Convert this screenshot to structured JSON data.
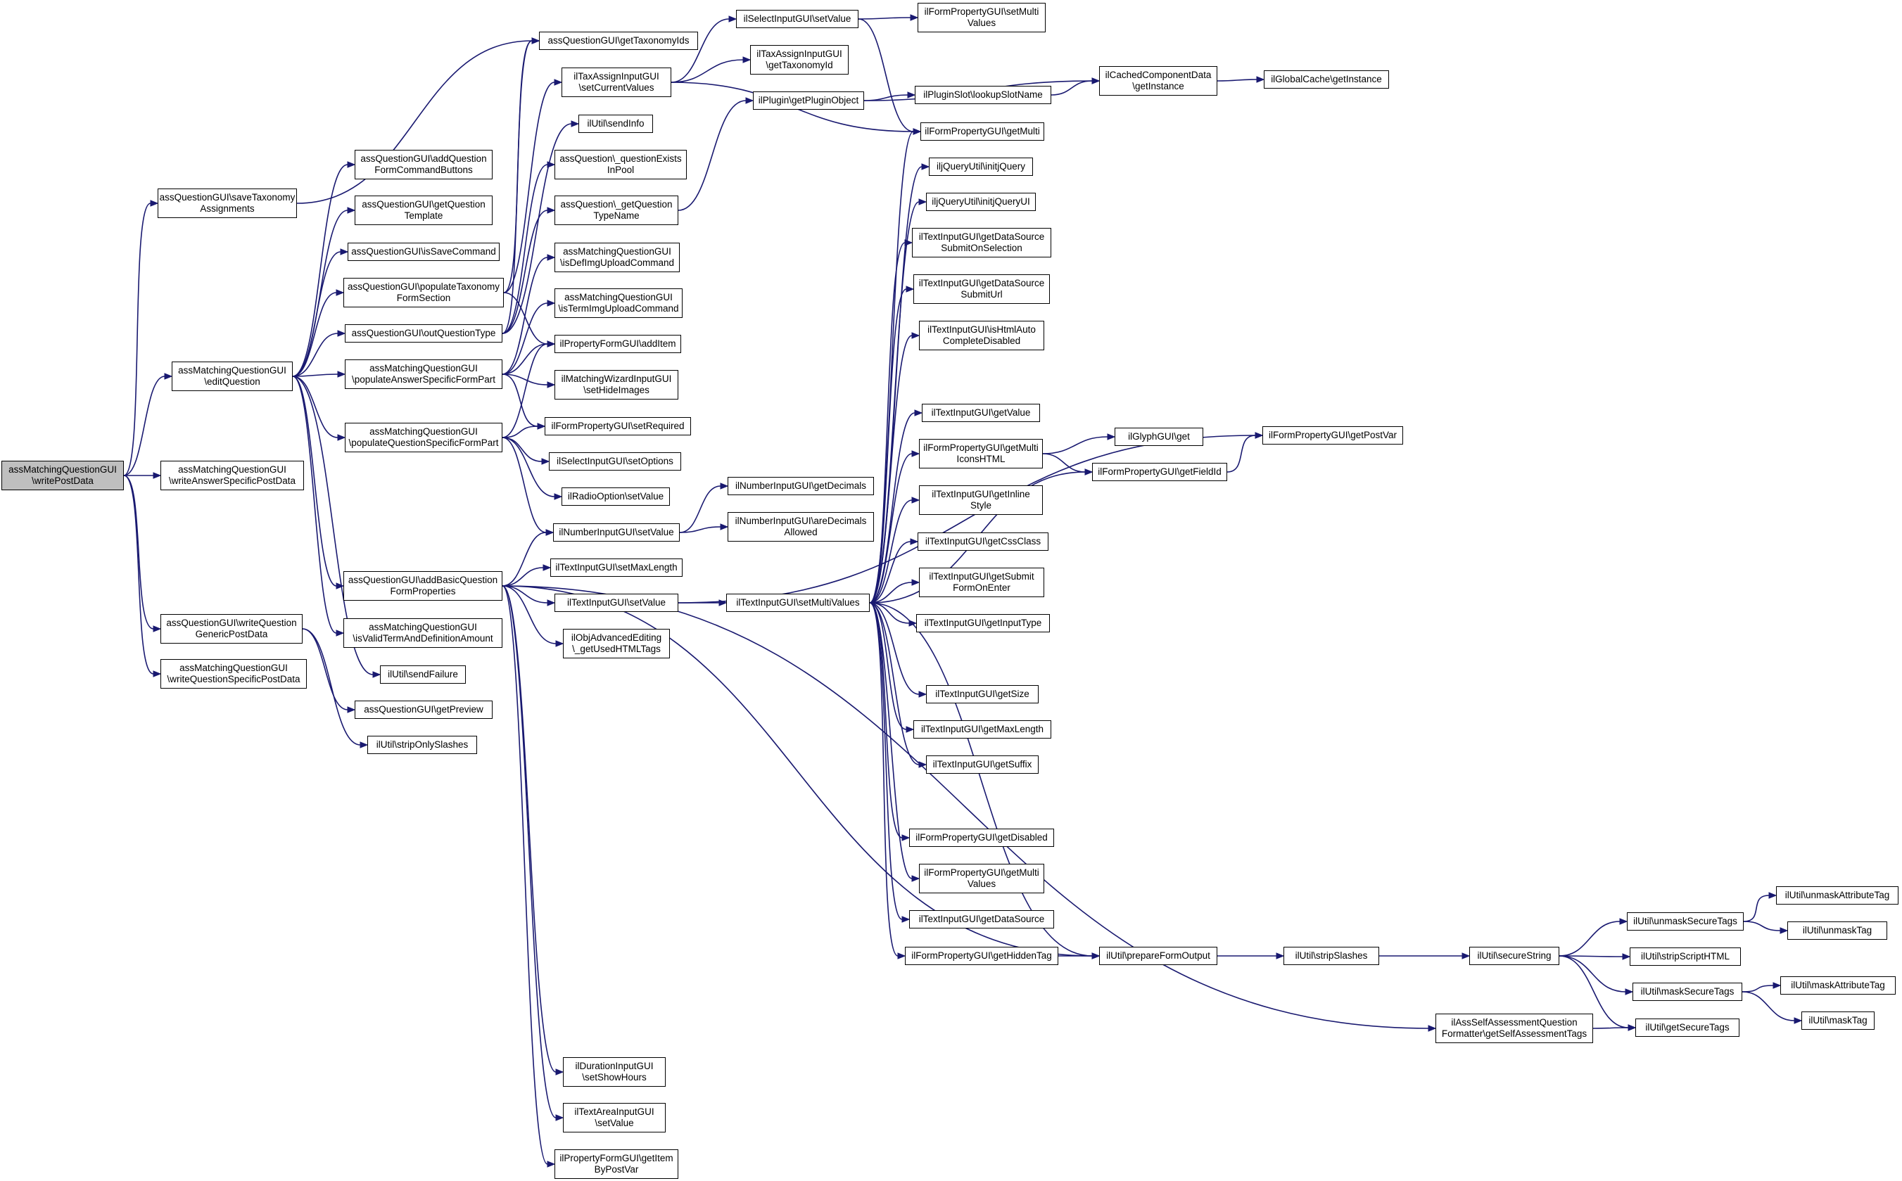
{
  "diagram": {
    "nodes": {
      "writePostData": "assMatchingQuestionGUI\n\\writePostData",
      "saveTaxonomyAssignments": "assQuestionGUI\\saveTaxonomy\nAssignments",
      "editQuestion": "assMatchingQuestionGUI\n\\editQuestion",
      "writeAnswerSpecificPostData": "assMatchingQuestionGUI\n\\writeAnswerSpecificPostData",
      "writeQuestionGenericPostData": "assQuestionGUI\\writeQuestion\nGenericPostData",
      "writeQuestionSpecificPostData": "assMatchingQuestionGUI\n\\writeQuestionSpecificPostData",
      "getTaxonomyIds": "assQuestionGUI\\getTaxonomyIds",
      "addQuestionFormCommandButtons": "assQuestionGUI\\addQuestion\nFormCommandButtons",
      "getQuestionTemplate": "assQuestionGUI\\getQuestion\nTemplate",
      "isSaveCommand": "assQuestionGUI\\isSaveCommand",
      "populateTaxonomyFormSection": "assQuestionGUI\\populateTaxonomy\nFormSection",
      "outQuestionType": "assQuestionGUI\\outQuestionType",
      "populateAnswerSpecificFormPart": "assMatchingQuestionGUI\n\\populateAnswerSpecificFormPart",
      "populateQuestionSpecificFormPart": "assMatchingQuestionGUI\n\\populateQuestionSpecificFormPart",
      "addBasicQuestionFormProperties": "assQuestionGUI\\addBasicQuestion\nFormProperties",
      "isValidTermAndDefinitionAmount": "assMatchingQuestionGUI\n\\isValidTermAndDefinitionAmount",
      "sendFailure": "ilUtil\\sendFailure",
      "getPreview": "assQuestionGUI\\getPreview",
      "stripOnlySlashes": "ilUtil\\stripOnlySlashes",
      "setCurrentValues": "ilTaxAssignInputGUI\n\\setCurrentValues",
      "sendInfo": "ilUtil\\sendInfo",
      "questionExistsInPool": "assQuestion\\_questionExists\nInPool",
      "getQuestionTypeName": "assQuestion\\_getQuestion\nTypeName",
      "isDefImgUploadCommand": "assMatchingQuestionGUI\n\\isDefImgUploadCommand",
      "isTermImgUploadCommand": "assMatchingQuestionGUI\n\\isTermImgUploadCommand",
      "addItem": "ilPropertyFormGUI\\addItem",
      "setHideImages": "ilMatchingWizardInputGUI\n\\setHideImages",
      "setRequired": "ilFormPropertyGUI\\setRequired",
      "setOptions": "ilSelectInputGUI\\setOptions",
      "radioSetValue": "ilRadioOption\\setValue",
      "numberSetValue": "ilNumberInputGUI\\setValue",
      "setMaxLength": "ilTextInputGUI\\setMaxLength",
      "textSetValue": "ilTextInputGUI\\setValue",
      "getUsedHTMLTags": "ilObjAdvancedEditing\n\\_getUsedHTMLTags",
      "setShowHours": "ilDurationInputGUI\n\\setShowHours",
      "textAreaSetValue": "ilTextAreaInputGUI\n\\setValue",
      "getItemByPostVar": "ilPropertyFormGUI\\getItem\nByPostVar",
      "selectSetValue": "ilSelectInputGUI\\setValue",
      "getTaxonomyId": "ilTaxAssignInputGUI\n\\getTaxonomyId",
      "getPluginObject": "ilPlugin\\getPluginObject",
      "getDecimals": "ilNumberInputGUI\\getDecimals",
      "areDecimalsAllowed": "ilNumberInputGUI\\areDecimals\nAllowed",
      "setMultiValues": "ilTextInputGUI\\setMultiValues",
      "formSetMultiValues": "ilFormPropertyGUI\\setMulti\nValues",
      "lookupSlotName": "ilPluginSlot\\lookupSlotName",
      "getMulti": "ilFormPropertyGUI\\getMulti",
      "initjQuery": "iljQueryUtil\\initjQuery",
      "initjQueryUI": "iljQueryUtil\\initjQueryUI",
      "getDataSourceSubmitOnSelection": "ilTextInputGUI\\getDataSource\nSubmitOnSelection",
      "getDataSourceSubmitUrl": "ilTextInputGUI\\getDataSource\nSubmitUrl",
      "isHtmlAutoCompleteDisabled": "ilTextInputGUI\\isHtmlAuto\nCompleteDisabled",
      "textGetValue": "ilTextInputGUI\\getValue",
      "getMultiIconsHTML": "ilFormPropertyGUI\\getMulti\nIconsHTML",
      "getInlineStyle": "ilTextInputGUI\\getInline\nStyle",
      "getCssClass": "ilTextInputGUI\\getCssClass",
      "getSubmitFormOnEnter": "ilTextInputGUI\\getSubmit\nFormOnEnter",
      "getInputType": "ilTextInputGUI\\getInputType",
      "getSize": "ilTextInputGUI\\getSize",
      "getMaxLength": "ilTextInputGUI\\getMaxLength",
      "getSuffix": "ilTextInputGUI\\getSuffix",
      "getDisabled": "ilFormPropertyGUI\\getDisabled",
      "getMultiValues": "ilFormPropertyGUI\\getMulti\nValues",
      "getDataSource": "ilTextInputGUI\\getDataSource",
      "getHiddenTag": "ilFormPropertyGUI\\getHiddenTag",
      "cachedGetInstance": "ilCachedComponentData\n\\getInstance",
      "globalCacheGetInstance": "ilGlobalCache\\getInstance",
      "glyphGet": "ilGlyphGUI\\get",
      "getFieldId": "ilFormPropertyGUI\\getFieldId",
      "getPostVar": "ilFormPropertyGUI\\getPostVar",
      "prepareFormOutput": "ilUtil\\prepareFormOutput",
      "stripSlashes": "ilUtil\\stripSlashes",
      "secureString": "ilUtil\\secureString",
      "getSelfAssessmentTags": "ilAssSelfAssessmentQuestion\nFormatter\\getSelfAssessmentTags",
      "unmaskSecureTags": "ilUtil\\unmaskSecureTags",
      "stripScriptHTML": "ilUtil\\stripScriptHTML",
      "maskSecureTags": "ilUtil\\maskSecureTags",
      "getSecureTags": "ilUtil\\getSecureTags",
      "unmaskAttributeTag": "ilUtil\\unmaskAttributeTag",
      "unmaskTag": "ilUtil\\unmaskTag",
      "maskAttributeTag": "ilUtil\\maskAttributeTag",
      "maskTag": "ilUtil\\maskTag"
    }
  }
}
